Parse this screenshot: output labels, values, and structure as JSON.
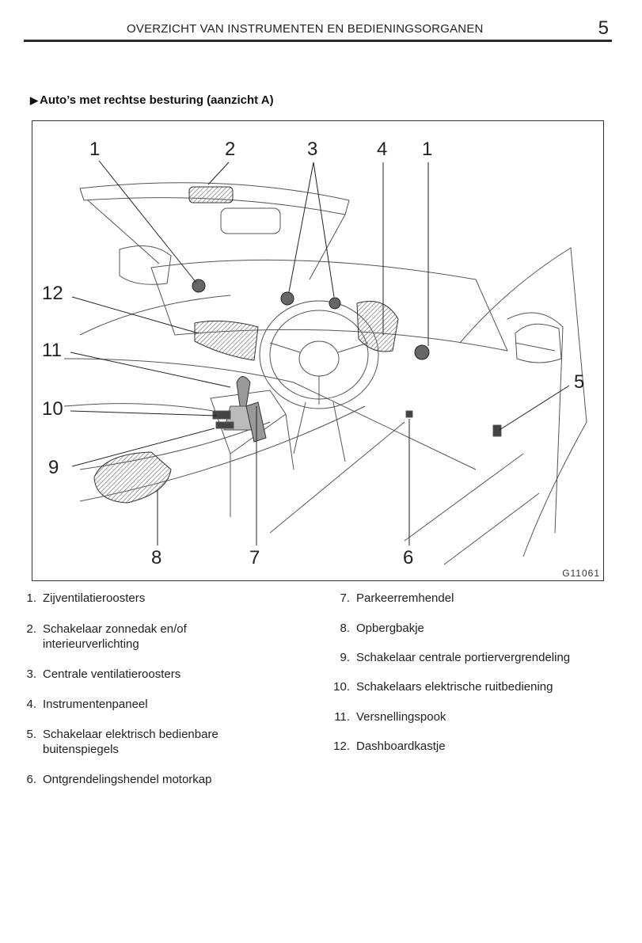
{
  "header": {
    "title": "OVERZICHT VAN INSTRUMENTEN EN BEDIENINGSORGANEN",
    "page_number": "5"
  },
  "section": {
    "marker": "▶",
    "heading": "Auto’s met rechtse besturing (aanzicht A)"
  },
  "figure": {
    "code": "G11061",
    "callouts": [
      {
        "id": "c1a",
        "label": "1"
      },
      {
        "id": "c2",
        "label": "2"
      },
      {
        "id": "c3",
        "label": "3"
      },
      {
        "id": "c4",
        "label": "4"
      },
      {
        "id": "c1b",
        "label": "1"
      },
      {
        "id": "c12",
        "label": "12"
      },
      {
        "id": "c11",
        "label": "11"
      },
      {
        "id": "c10",
        "label": "10"
      },
      {
        "id": "c9",
        "label": "9"
      },
      {
        "id": "c5",
        "label": "5"
      },
      {
        "id": "c8",
        "label": "8"
      },
      {
        "id": "c7",
        "label": "7"
      },
      {
        "id": "c6",
        "label": "6"
      }
    ]
  },
  "legend": {
    "left": [
      {
        "num": "1.",
        "text": "Zijventilatieroosters"
      },
      {
        "num": "2.",
        "text": "Schakelaar zonnedak en/of interieurverlichting"
      },
      {
        "num": "3.",
        "text": "Centrale ventilatieroosters"
      },
      {
        "num": "4.",
        "text": "Instrumentenpaneel"
      },
      {
        "num": "5.",
        "text": "Schakelaar elektrisch bedienbare buitenspiegels"
      },
      {
        "num": "6.",
        "text": "Ontgrendelingshendel motorkap"
      }
    ],
    "right": [
      {
        "num": "7.",
        "text": "Parkeerremhendel"
      },
      {
        "num": "8.",
        "text": "Opbergbakje"
      },
      {
        "num": "9.",
        "text": "Schakelaar centrale portiervergrendeling"
      },
      {
        "num": "10.",
        "text": "Schakelaars elektrische ruitbediening"
      },
      {
        "num": "11.",
        "text": "Versnellingspook"
      },
      {
        "num": "12.",
        "text": "Dashboardkastje"
      }
    ]
  }
}
